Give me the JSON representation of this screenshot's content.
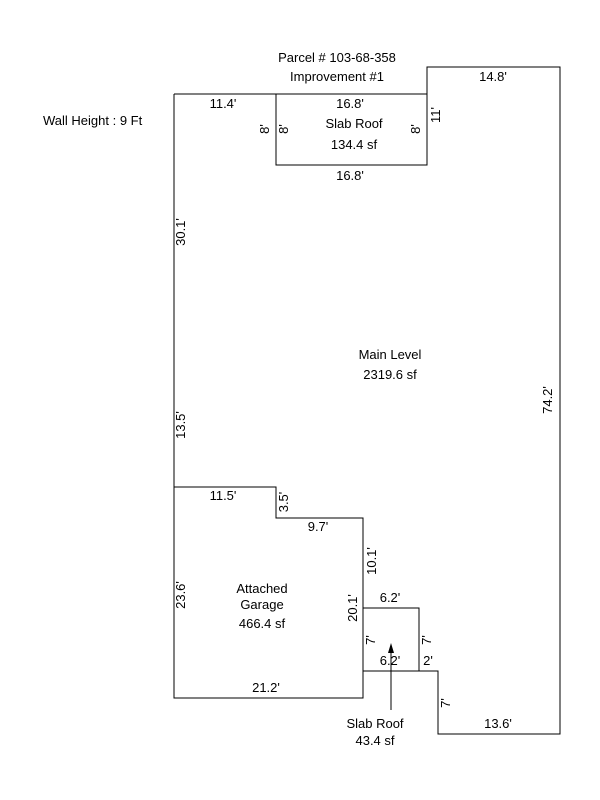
{
  "header": {
    "parcel": "Parcel # 103-68-358",
    "improvement": "Improvement #1"
  },
  "wall_height": "Wall Height : 9 Ft",
  "areas": {
    "main": {
      "name": "Main Level",
      "area": "2319.6 sf"
    },
    "slab_top": {
      "name": "Slab Roof",
      "area": "134.4 sf"
    },
    "garage": {
      "name_line1": "Attached",
      "name_line2": "Garage",
      "area": "466.4 sf"
    },
    "slab_bottom": {
      "name": "Slab Roof",
      "area": "43.4 sf"
    }
  },
  "dimensions": {
    "main_top_left": "11.4'",
    "main_top_right": "14.8'",
    "main_left_upper": "30.1'",
    "main_left_lower": "13.5'",
    "main_right": "74.2'",
    "main_right_offset": "11'",
    "main_bottom": "13.6'",
    "main_bottom_right_step": "7'",
    "slab_top_top": "16.8'",
    "slab_top_bottom": "16.8'",
    "slab_top_left_outer": "8'",
    "slab_top_left_inner": "8'",
    "slab_top_right": "8'",
    "garage_top": "11.5'",
    "garage_step_vert": "3.5'",
    "garage_step_horz": "9.7'",
    "garage_right_upper": "10.1'",
    "garage_right_lower": "20.1'",
    "garage_left": "23.6'",
    "garage_bottom": "21.2'",
    "slab_bottom_top": "6.2'",
    "slab_bottom_bottom": "6.2'",
    "slab_bottom_left": "7'",
    "slab_bottom_right": "7'",
    "slab_bottom_step": "2'"
  }
}
